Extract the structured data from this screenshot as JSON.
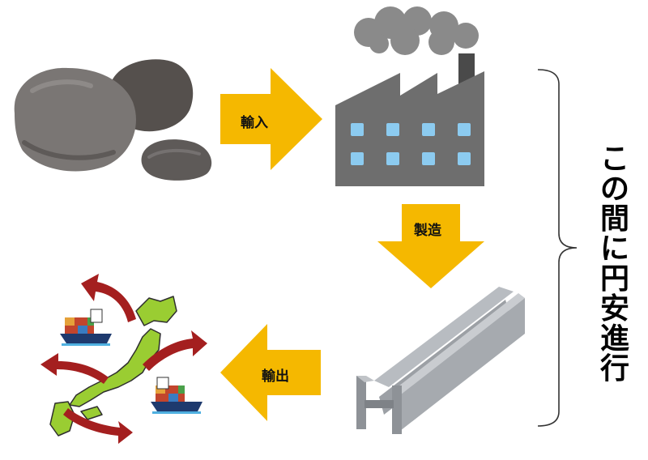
{
  "diagram": {
    "arrows": {
      "import_label": "輸入",
      "manufacture_label": "製造",
      "export_label": "輸出"
    },
    "side_label_chars": [
      "こ",
      "の",
      "間",
      "に",
      "円",
      "安",
      "進",
      "行"
    ],
    "nodes": {
      "raw_material": "rocks-icon",
      "factory": "factory-icon",
      "product": "steel-beam-icon",
      "export": "japan-map-shipping-icon"
    },
    "colors": {
      "arrow": "#F5B800",
      "rock": "#7A7674",
      "factory_wall": "#6E6E6E",
      "window": "#8CCBF0",
      "smoke": "#8A8A8A",
      "steel": "#A9ADB2",
      "japan": "#9ACD32",
      "export_arrow": "#A41F1F"
    }
  }
}
